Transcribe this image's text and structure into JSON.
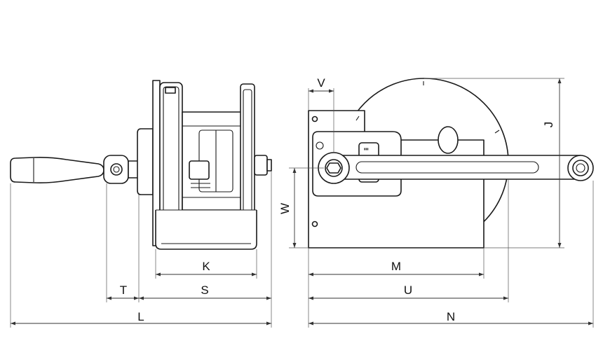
{
  "dimensions": {
    "V": "V",
    "J": "J",
    "W": "W",
    "K": "K",
    "T": "T",
    "S": "S",
    "L": "L",
    "M": "M",
    "U": "U",
    "N": "N"
  },
  "colors": {
    "line": "#1a1a1a",
    "background": "#ffffff"
  }
}
